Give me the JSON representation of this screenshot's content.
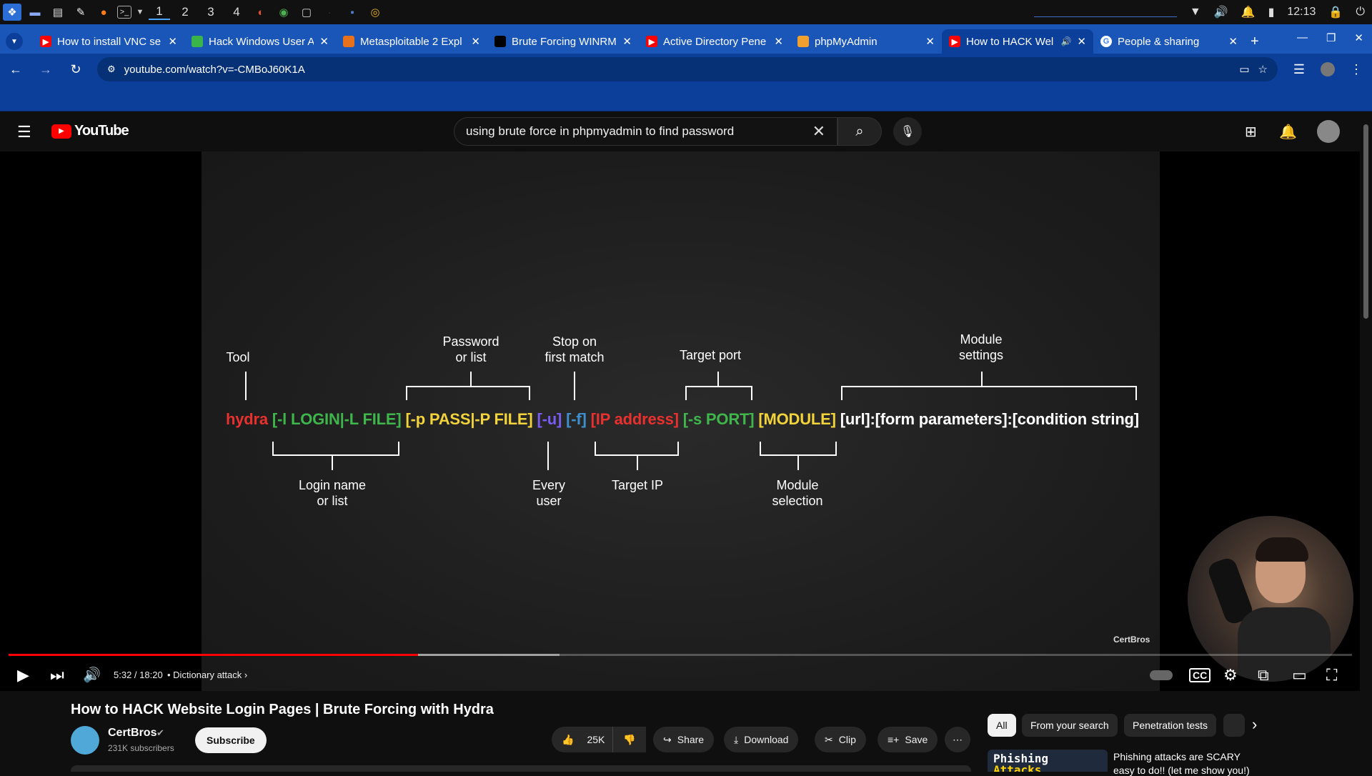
{
  "taskbar": {
    "workspaces": [
      "1",
      "2",
      "3",
      "4"
    ],
    "clock": "12:13"
  },
  "tabs": [
    {
      "title": "How to install VNC se",
      "favicon": "youtube-favicon",
      "color": "#ff0000"
    },
    {
      "title": "Hack Windows User A",
      "favicon": "green-favicon",
      "color": "#39b54a"
    },
    {
      "title": "Metasploitable 2 Expl",
      "favicon": "orange-favicon",
      "color": "#e8711c"
    },
    {
      "title": "Brute Forcing WINRM",
      "favicon": "medium-favicon",
      "color": "#000000"
    },
    {
      "title": "Active Directory Pene",
      "favicon": "youtube-favicon",
      "color": "#ff0000"
    },
    {
      "title": "phpMyAdmin",
      "favicon": "phpmyadmin-favicon",
      "color": "#f0a030"
    },
    {
      "title": "How to HACK Wel",
      "favicon": "youtube-favicon",
      "color": "#ff0000"
    },
    {
      "title": "People & sharing",
      "favicon": "google-favicon",
      "color": "#4285f4"
    }
  ],
  "address": {
    "url": "youtube.com/watch?v=-CMBoJ60K1A"
  },
  "youtube": {
    "logo_text": "YouTube",
    "search_query": "using brute force in phpmyadmin to find password"
  },
  "diagram": {
    "top_labels": {
      "tool": "Tool",
      "password_1": "Password",
      "password_2": "or list",
      "stop_1": "Stop on",
      "stop_2": "first match",
      "port": "Target port",
      "module_settings_1": "Module",
      "module_settings_2": "settings"
    },
    "bottom_labels": {
      "login_1": "Login name",
      "login_2": "or list",
      "every_1": "Every",
      "every_2": "user",
      "target_ip": "Target IP",
      "module_sel_1": "Module",
      "module_sel_2": "selection"
    },
    "command": [
      {
        "text": "hydra",
        "color": "#e8312f"
      },
      {
        "text": "[-l LOGIN|-L FILE]",
        "color": "#3fb64b"
      },
      {
        "text": "[-p PASS|-P FILE]",
        "color": "#f2d33a"
      },
      {
        "text": "[-u]",
        "color": "#7a5cf0"
      },
      {
        "text": "[-f]",
        "color": "#3f8fcf"
      },
      {
        "text": "[IP address]",
        "color": "#e8312f"
      },
      {
        "text": "[-s PORT]",
        "color": "#3fb64b"
      },
      {
        "text": "[MODULE]",
        "color": "#f2d33a"
      },
      {
        "text": "[url]:[form parameters]:[condition string]",
        "color": "#ffffff"
      }
    ],
    "watermark": "CertBros"
  },
  "player": {
    "time": "5:32 / 18:20",
    "chapter": "• Dictionary attack",
    "progress_played": 0.305,
    "progress_buffered": 0.41
  },
  "video": {
    "title": "How to HACK Website Login Pages | Brute Forcing with Hydra",
    "channel": "CertBros",
    "subscribers": "231K subscribers",
    "subscribe_label": "Subscribe",
    "likes": "25K",
    "share": "Share",
    "download": "Download",
    "clip": "Clip",
    "save": "Save"
  },
  "chips": [
    "All",
    "From your search",
    "Penetration tests"
  ],
  "recommendation": {
    "thumb_text_1": "Phishing",
    "thumb_text_2": "Attacks",
    "title_1": "Phishing attacks are SCARY",
    "title_2": "easy to do!! (let me show you!)"
  }
}
